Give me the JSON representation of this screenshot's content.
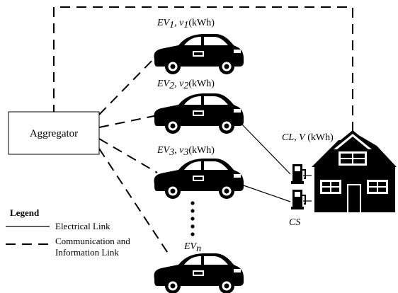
{
  "aggregator": {
    "label": "Aggregator"
  },
  "evs": [
    {
      "name": "EV",
      "sub": "1",
      "var": "v",
      "vsub": "1",
      "unit": "(kWh)"
    },
    {
      "name": "EV",
      "sub": "2",
      "var": "v",
      "vsub": "2",
      "unit": "(kWh)"
    },
    {
      "name": "EV",
      "sub": "3",
      "var": "v",
      "vsub": "3",
      "unit": "(kWh)"
    },
    {
      "name": "EV",
      "sub": "n"
    }
  ],
  "house": {
    "cl": "CL",
    "v": "V",
    "unit": "(kWh)"
  },
  "charging_station": {
    "label": "CS"
  },
  "legend": {
    "title": "Legend",
    "electrical": "Electrical Link",
    "communication_line1": "Communication and",
    "communication_line2": "Information Link"
  },
  "colors": {
    "ink": "#000000",
    "background": "#ffffff"
  }
}
